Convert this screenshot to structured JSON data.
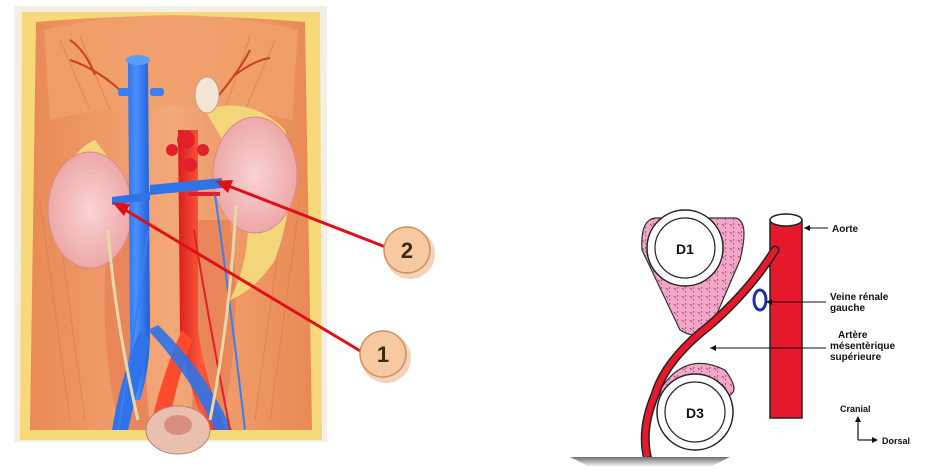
{
  "anatomy_illustration": {
    "callouts": [
      {
        "number": "1",
        "target": "left renal vein (junction with inferior vena cava)"
      },
      {
        "number": "2",
        "target": "left renal vein (near aorta)"
      }
    ]
  },
  "schematic": {
    "labels": {
      "aorta": "Aorte",
      "left_renal_vein_line1": "Veine rénale",
      "left_renal_vein_line2": "gauche",
      "sma_line1": "Artère",
      "sma_line2": "mésentèrique",
      "sma_line3": "supérieure",
      "d1": "D1",
      "d3": "D3"
    },
    "orientation": {
      "cranial": "Cranial",
      "dorsal": "Dorsal"
    }
  },
  "colors": {
    "vein_blue": "#2f73e8",
    "artery_red": "#e2202c",
    "callout_fill": "#f6c9a0",
    "pointer_red": "#e0101a",
    "duodenum_pink": "#f4a6c8",
    "schematic_red": "#e8182c"
  }
}
